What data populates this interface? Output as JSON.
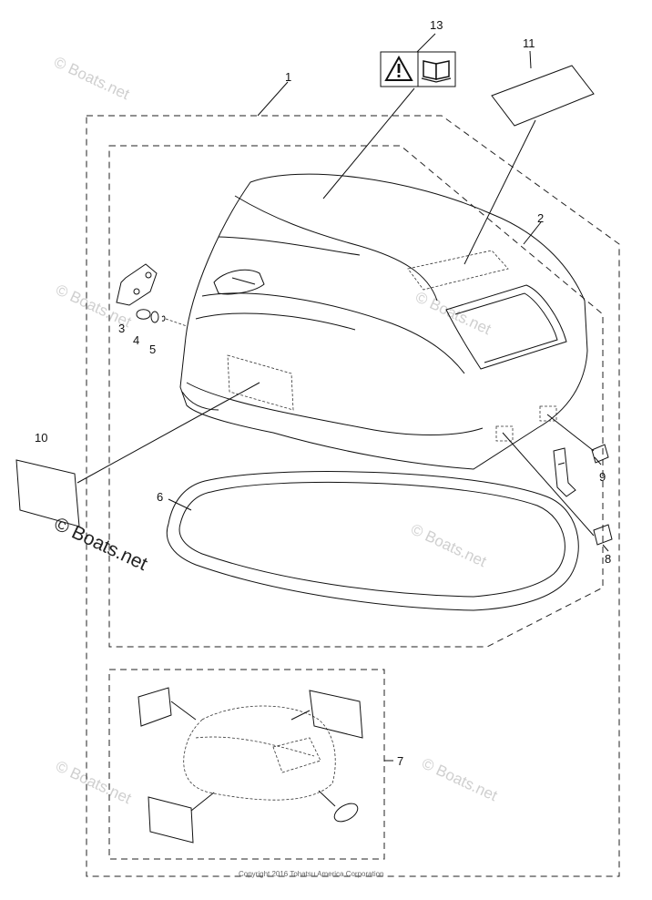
{
  "callouts": {
    "c1": "1",
    "c2": "2",
    "c3": "3",
    "c4": "4",
    "c5": "5",
    "c6": "6",
    "c7": "7",
    "c8": "8",
    "c9": "9",
    "c10": "10",
    "c11": "11",
    "c13": "13"
  },
  "watermarks": {
    "text": "© Boats.net",
    "prominent": "© Boats.net"
  },
  "copyright": "Copyright 2016 Tohatsu America Corporation"
}
